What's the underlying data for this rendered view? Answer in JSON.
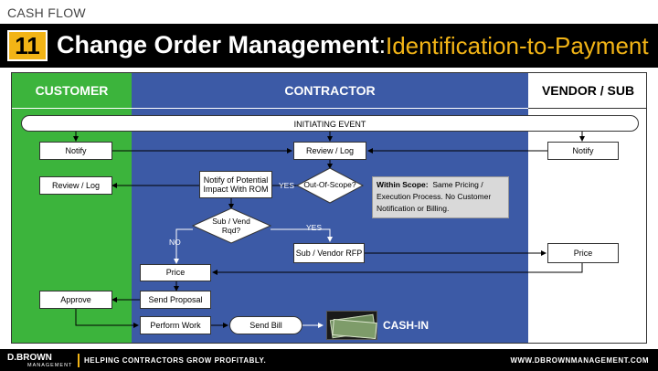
{
  "header": {
    "section": "CASH FLOW",
    "number": "11",
    "title_main": "Change Order Management",
    "title_sep": ":",
    "title_sub": "Identification-to-Payment"
  },
  "lanes": {
    "customer": "CUSTOMER",
    "contractor": "CONTRACTOR",
    "vendor": "VENDOR / SUB"
  },
  "flow": {
    "initiating": "INITIATING EVENT",
    "customer_notify": "Notify",
    "contractor_review": "Review / Log",
    "vendor_notify": "Notify",
    "customer_review": "Review / Log",
    "notify_potential": "Notify of Potential Impact With ROM",
    "out_of_scope": "Out-Of-Scope?",
    "yes1": "YES",
    "sub_vend": "Sub / Vend Rqd?",
    "yes2": "YES",
    "no": "NO",
    "sub_vendor_rfp": "Sub / Vendor RFP",
    "vendor_price": "Price",
    "price": "Price",
    "approve": "Approve",
    "send_proposal": "Send Proposal",
    "perform_work": "Perform Work",
    "send_bill": "Send Bill",
    "cash_in": "CASH-IN"
  },
  "note": {
    "bold": "Within Scope:",
    "text": "Same Pricing / Execution Process.  No Customer Notification or Billing."
  },
  "footer": {
    "logo": "D.BROWN",
    "logo_sub": "MANAGEMENT",
    "tagline": "HELPING CONTRACTORS GROW PROFITABLY.",
    "website": "WWW.DBROWNMANAGEMENT.COM"
  },
  "colors": {
    "customer_lane": "#3cb43c",
    "contractor_lane": "#3c5aa6",
    "accent": "#f2b416"
  }
}
